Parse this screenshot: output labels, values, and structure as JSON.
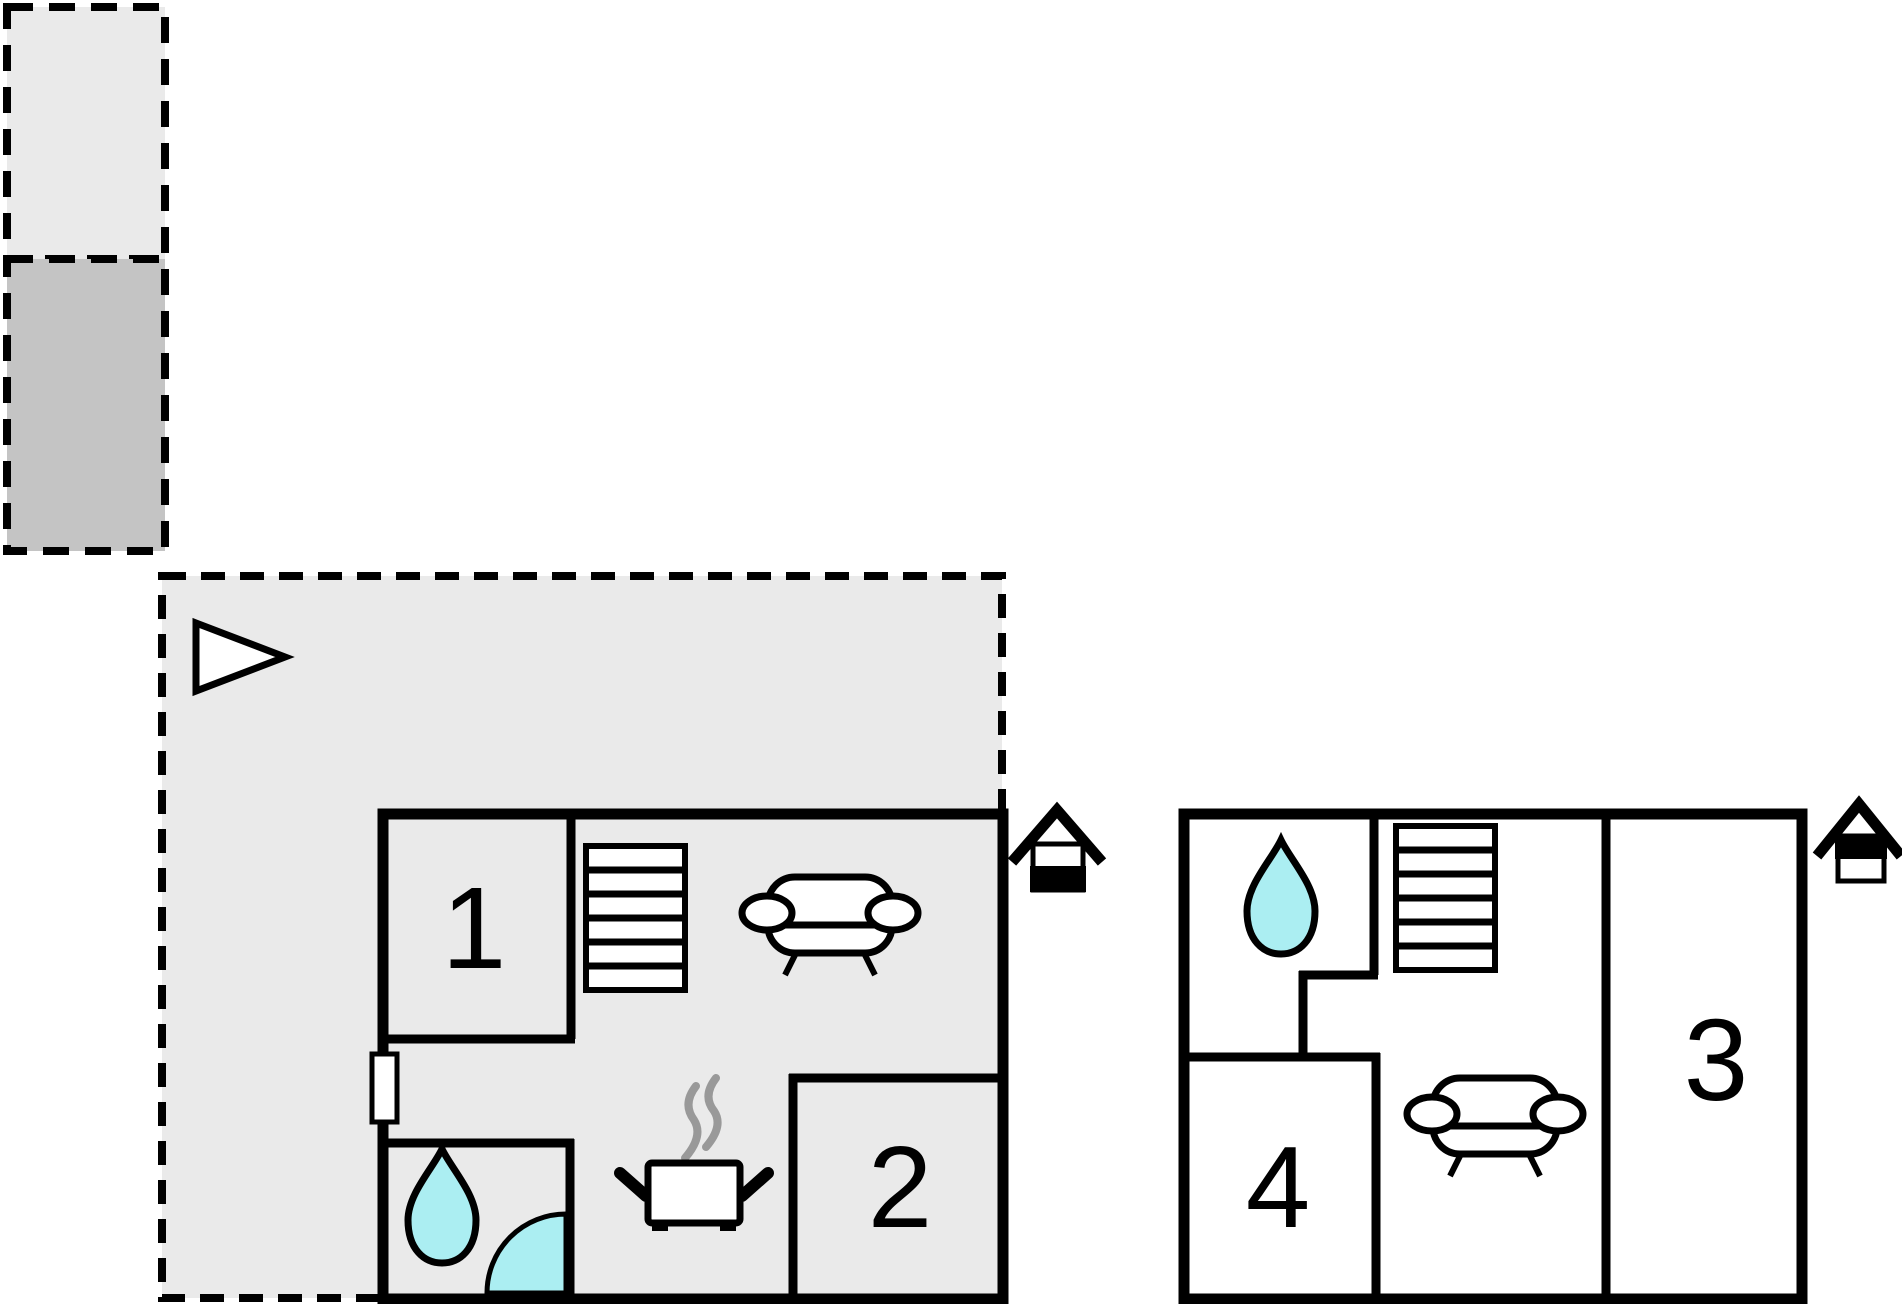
{
  "colors": {
    "wall": "#000000",
    "patio_light": "#eaeaea",
    "patio_dark": "#c4c4c4",
    "water": "#abeef2",
    "steam": "#999999",
    "furniture_fill": "#ffffff",
    "background": "#ffffff"
  },
  "ground_floor": {
    "id": "ground-floor",
    "house_level_icon": "house-lower-half-filled-icon",
    "rooms": [
      {
        "number": "1"
      },
      {
        "number": "2"
      }
    ],
    "icons": [
      "staircase-icon",
      "sofa-icon",
      "cooking-pot-icon",
      "steam-icon",
      "water-drop-icon",
      "door-swing-icon",
      "window-marker-icon"
    ]
  },
  "upper_floor": {
    "id": "upper-floor",
    "house_level_icon": "house-upper-half-filled-icon",
    "rooms": [
      {
        "number": "3"
      },
      {
        "number": "4"
      }
    ],
    "icons": [
      "staircase-icon",
      "sofa-icon",
      "water-drop-icon"
    ]
  },
  "outdoor": {
    "areas": [
      "patio-small-light",
      "patio-small-dark",
      "terrace-large"
    ],
    "icons": [
      "direction-arrow-icon"
    ]
  }
}
